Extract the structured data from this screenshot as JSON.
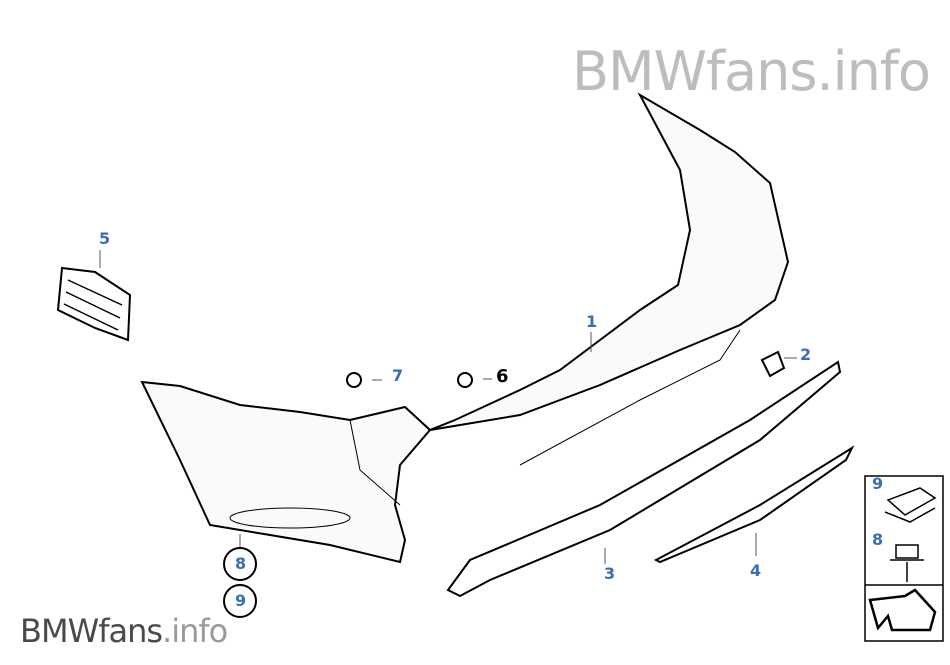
{
  "watermark": {
    "top": "BMWfans.info",
    "bottom_main": "BMWfans",
    "bottom_tld": ".info"
  },
  "callouts": {
    "p1": "1",
    "p2": "2",
    "p3": "3",
    "p4": "4",
    "p5": "5",
    "p6": "6",
    "p7": "7",
    "p8": "8",
    "p9": "9"
  },
  "legend_box": {
    "top_label": "9",
    "middle_label": "8"
  },
  "colors": {
    "label": "#3a6fb0",
    "watermark": "#bdbdbd"
  }
}
